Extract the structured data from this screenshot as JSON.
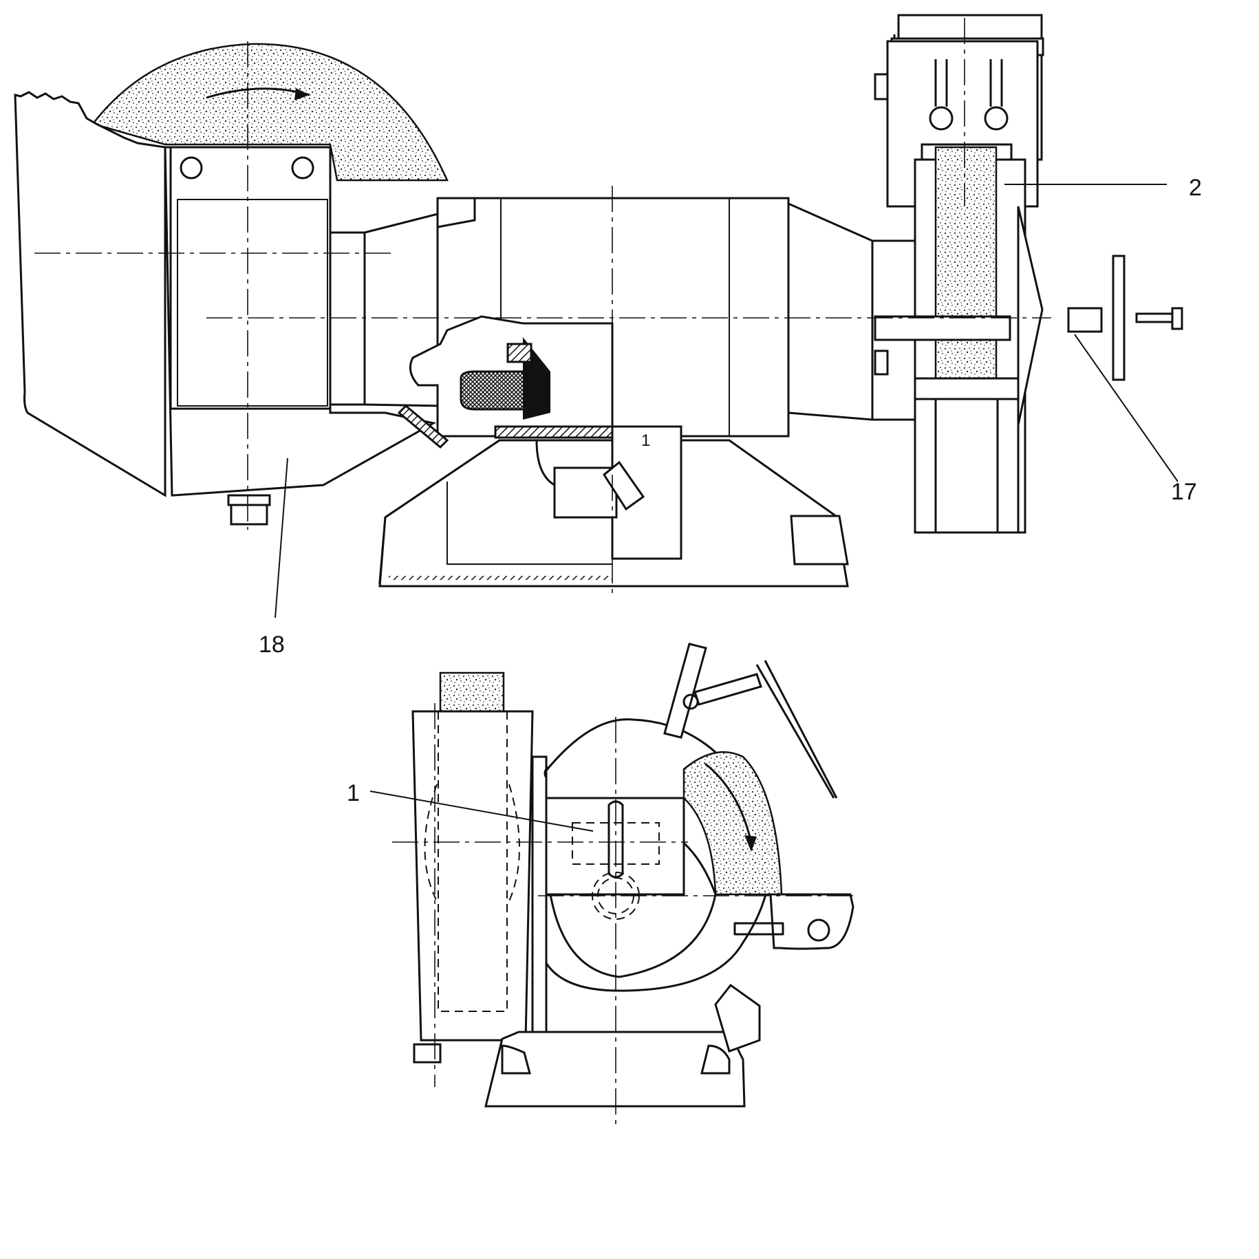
{
  "callouts": {
    "label_2": "2",
    "label_17": "17",
    "label_18": "18",
    "label_1": "1",
    "inner_mark_1": "1"
  },
  "views": {
    "front_view": "front-elevation",
    "side_view": "side-elevation",
    "exploded_parts": [
      "flange-washer",
      "disc",
      "bolt"
    ]
  },
  "colors": {
    "ink": "#111111",
    "paper": "#ffffff"
  }
}
